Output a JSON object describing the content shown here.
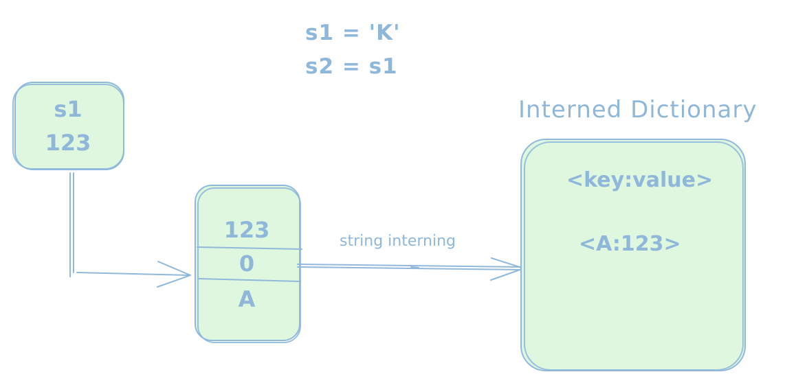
{
  "code": {
    "line1": "s1 = 'K'",
    "line2": "s2 = s1"
  },
  "variable_box": {
    "name": "s1",
    "address": "123"
  },
  "object_box": {
    "fields": [
      "123",
      "0",
      "A"
    ]
  },
  "arrow_label": "string interning",
  "dictionary": {
    "title": "Interned Dictionary",
    "header": "<key:value>",
    "entry": "<A:123>"
  },
  "colors": {
    "stroke": "#90b8db",
    "fill": "#dff7df",
    "text": "#8fb7da"
  }
}
